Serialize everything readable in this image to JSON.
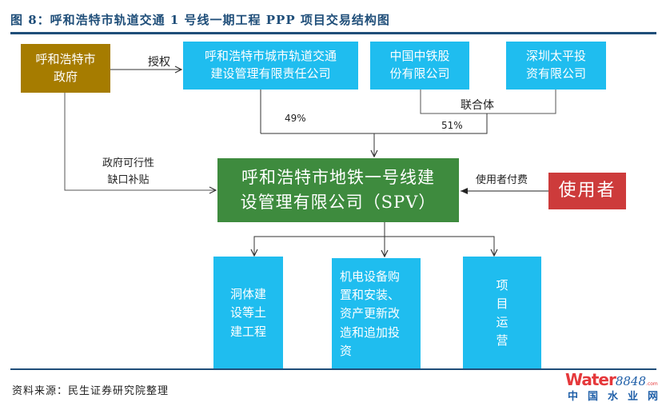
{
  "figure": {
    "title": "图 8：呼和浩特市轨道交通 1 号线一期工程 PPP 项目交易结构图",
    "source": "资料来源：民生证券研究院整理"
  },
  "nodes": {
    "government": {
      "line1": "呼和浩特市",
      "line2": "政府"
    },
    "metro_company": {
      "line1": "呼和浩特市城市轨道交通",
      "line2": "建设管理有限责任公司"
    },
    "crcc": {
      "line1": "中国中铁股",
      "line2": "份有限公司"
    },
    "shenzhen_taiping": {
      "line1": "深圳太平投",
      "line2": "资有限公司"
    },
    "spv": {
      "line1": "呼和浩特市地铁一号线建",
      "line2": "设管理有限公司（SPV）"
    },
    "users": {
      "label": "使用者"
    },
    "civil_works": {
      "lines": [
        "洞体建",
        "设等土",
        "建工程"
      ]
    },
    "equipment": {
      "lines": [
        "机电设备购",
        "置和安装、",
        "资产更新改",
        "造和追加投",
        "资"
      ]
    },
    "operations": {
      "lines": [
        "项",
        "目",
        "运",
        "营"
      ]
    }
  },
  "edges": {
    "authorization": "授权",
    "consortium": "联合体",
    "metro_share": "49%",
    "consortium_share": "51%",
    "subsidy_line1": "政府可行性",
    "subsidy_line2": "缺口补贴",
    "user_payment": "使用者付费"
  },
  "logo": {
    "brand": "Water",
    "number": "8848",
    "domain": ".com",
    "chinese": "中国水业网"
  },
  "colors": {
    "title": "#1f4e79",
    "government": "#a67c00",
    "company": "#1fbdef",
    "spv": "#3e8b3e",
    "users": "#cd3b3b"
  }
}
